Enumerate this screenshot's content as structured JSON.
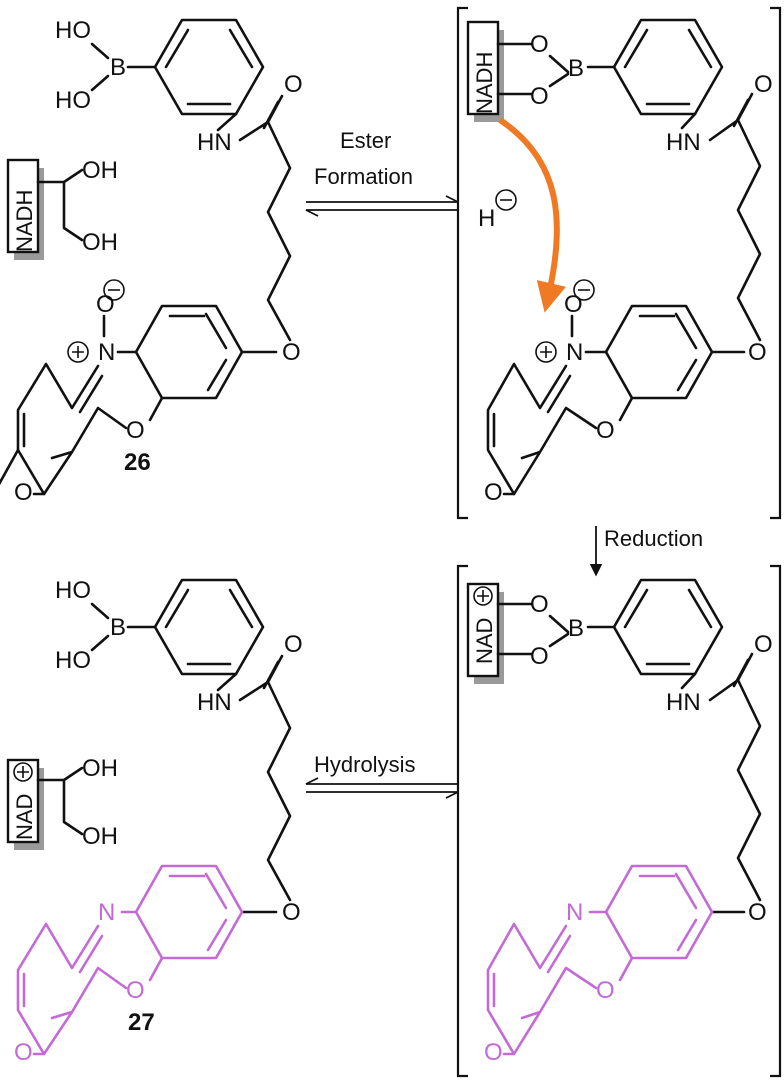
{
  "reagents": {
    "nadh": "NADH",
    "nad": "NAD",
    "hydride": "H"
  },
  "compounds": {
    "c26": "26",
    "c27": "27"
  },
  "atoms": {
    "boron": "B",
    "hydroxyl_left": "HO",
    "hydroxyl_right": "OH",
    "amide_nh": "HN",
    "oxygen": "O",
    "nitrogen": "N"
  },
  "steps": {
    "ester_line1": "Ester",
    "ester_line2": "Formation",
    "reduction": "Reduction",
    "hydrolysis": "Hydrolysis"
  },
  "colors": {
    "product_chromophore": "#c36ad6",
    "hydride_arrow": "#f07a24",
    "bond": "#111111"
  }
}
